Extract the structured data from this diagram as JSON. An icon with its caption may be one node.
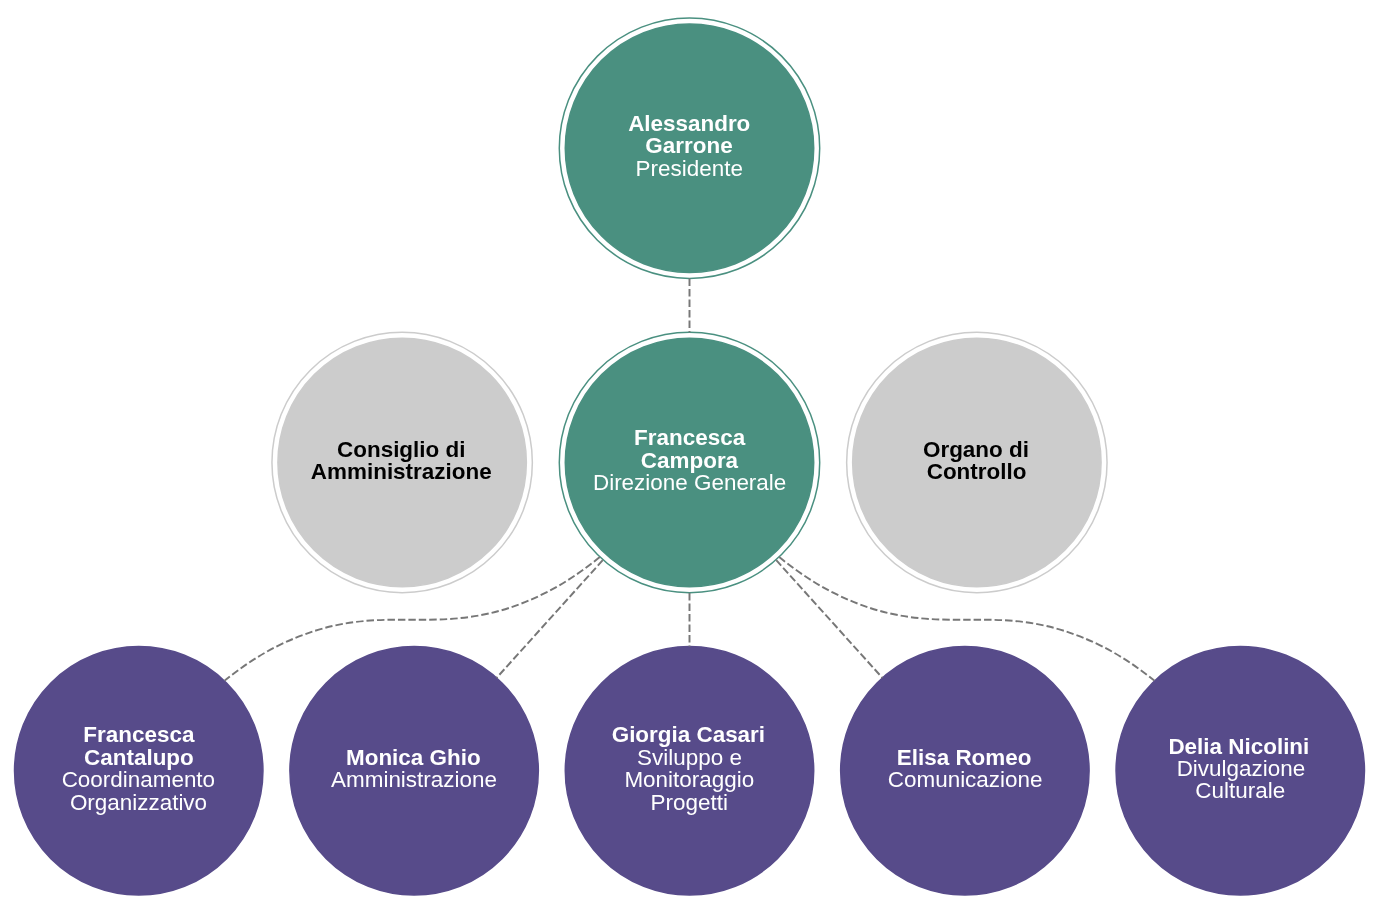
{
  "diagram": {
    "nodes": [
      {
        "text": [
          "Alessandro Garrone",
          "Presidente"
        ]
      },
      {
        "text": [
          "Consiglio di Amministrazione"
        ]
      },
      {
        "text": [
          "Organo di Controllo"
        ]
      },
      {
        "text": [
          "Francesca Campora",
          "Direzione Generale"
        ]
      },
      {
        "text": [
          "Francesca Cantalupo",
          "Coordinamento Organizzativo"
        ]
      },
      {
        "text": [
          "Monica Ghio",
          "Amministrazione"
        ]
      },
      {
        "text": [
          "Giorgia Casari",
          "Sviluppo e Monitoraggio Progetti"
        ]
      },
      {
        "text": [
          "Elisa Romeo",
          "Comunicazione"
        ]
      },
      {
        "text": [
          "Delia Nicolini",
          "Divulgazione Culturale"
        ]
      }
    ],
    "edges": [
      {
        "from": 0,
        "to": 3,
        "arrow": "none",
        "style": "dashed"
      },
      {
        "from": 3,
        "to": 4,
        "arrow": "none",
        "style": "dashed"
      },
      {
        "from": 3,
        "to": 5,
        "arrow": "none",
        "style": "dashed"
      },
      {
        "from": 3,
        "to": 6,
        "arrow": "none",
        "style": "dashed"
      },
      {
        "from": 3,
        "to": 7,
        "arrow": "none",
        "style": "dashed"
      },
      {
        "from": 3,
        "to": 8,
        "arrow": "none",
        "style": "dashed"
      }
    ]
  }
}
